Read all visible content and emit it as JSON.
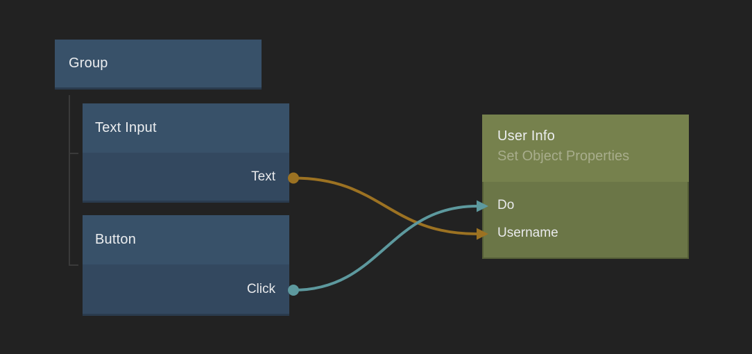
{
  "canvas": {
    "kind": "node-graph-editor"
  },
  "colors": {
    "background": "#222222",
    "node_header_blue": "#385169",
    "node_body_blue": "#33485f",
    "node_header_green": "#76814d",
    "node_body_green": "#6b7647",
    "string_connection": "#9c7222",
    "signal_connection": "#5d999e",
    "tree_line": "#3a3a3a",
    "title_text": "#eceef0",
    "subtitle_text": "#a8ad8c"
  },
  "nodes": {
    "group": {
      "title": "Group"
    },
    "text_input": {
      "title": "Text Input",
      "outputs": [
        {
          "label": "Text",
          "type": "string"
        }
      ]
    },
    "button": {
      "title": "Button",
      "outputs": [
        {
          "label": "Click",
          "type": "signal"
        }
      ]
    },
    "user_info": {
      "title": "User Info",
      "subtitle": "Set Object Properties",
      "inputs": [
        {
          "label": "Do",
          "type": "signal"
        },
        {
          "label": "Username",
          "type": "string"
        }
      ]
    }
  },
  "connections": [
    {
      "from_node": "Text Input",
      "from_port": "Text",
      "to_node": "User Info",
      "to_port": "Username",
      "type": "string"
    },
    {
      "from_node": "Button",
      "from_port": "Click",
      "to_node": "User Info",
      "to_port": "Do",
      "type": "signal"
    }
  ],
  "hierarchy": {
    "parent": "Group",
    "children": [
      "Text Input",
      "Button"
    ]
  }
}
